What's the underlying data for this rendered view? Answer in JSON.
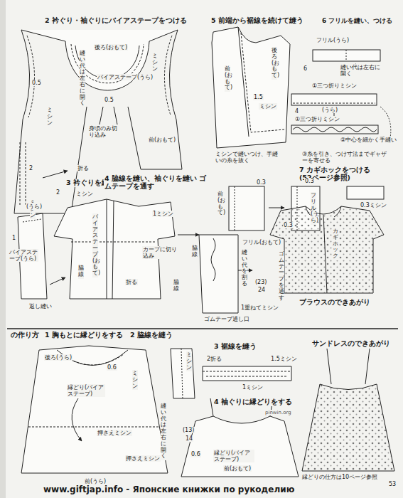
{
  "diagram": {
    "labels": [
      "2 衿ぐり・袖ぐりにバイアステープをつける",
      "後ろ(おもて)",
      "縫い代は左右に開く",
      "0.5",
      "バイアステープ(うら)",
      "0.5",
      "ミシン",
      "ミシン",
      "身頃のみ切り込み",
      "前(おもて)",
      "折る",
      "2",
      "3 衿ぐりを縫う",
      "2",
      "ミシン",
      "5 前端から裾線を続けて縫う",
      "後ろ(おもて)",
      "前(おもて)",
      "1.5",
      "ミシン",
      "ミシンで縫いつけ、手縫いの糸を抜く",
      "6 フリルを縫い、つける",
      "フリル(うら)",
      "6",
      "縫い代は左右に開く",
      "①三つ折りミシン",
      "(うら)",
      "4",
      "①三つ折りミシン",
      "②中心を細かく手縫い",
      "③糸を引き、つけ寸法までギャザーを寄せる",
      "4 脇線を縫い、袖ぐりを縫い ゴムテープを通す",
      "1ミシン",
      "バイアステープ(おもて)",
      "カーブに切り込み",
      "折る",
      "脇線",
      "返し縫い",
      "(うら)",
      "1",
      "バイアステープ(うら)",
      "ミシン",
      "7 カギホックをつける (52ページ参照)",
      "前(おもて)",
      "0.3",
      "0.3",
      "フリル(うら)",
      "0.3",
      "0.3ミシン",
      "フリル(おもて)",
      "脇線",
      "縫い代を割る",
      "ゴムテープ通し口",
      "(23)",
      "24",
      "ゴムテープを通す",
      "脇線",
      "1重ねてミシン",
      "カギホック",
      "ブラウスのできあがり",
      "の作り方",
      "1 胸もとに縁どりをする",
      "2 脇線を縫う",
      "後ろ(うら)",
      "縁どり(バイアステープ)",
      "0.6",
      "ミシン",
      "縫い代は左右に開く",
      "押さえミシン",
      "押さえミシン",
      "前(うら)",
      "ミシン",
      "3 裾線を縫う",
      "2折る",
      "1ミシン",
      "1.5ミシン",
      "4 袖ぐりに縁どりをする",
      "(13)",
      "14",
      "0.6",
      "縁どり(バイアステープ)",
      "前(おもて)",
      "サンドレスのできあがり",
      "縁どりの仕方は10ページ参照",
      "53",
      "pinwin.org",
      "www.giftjap.info - Японские книжки по рукоделию"
    ]
  }
}
